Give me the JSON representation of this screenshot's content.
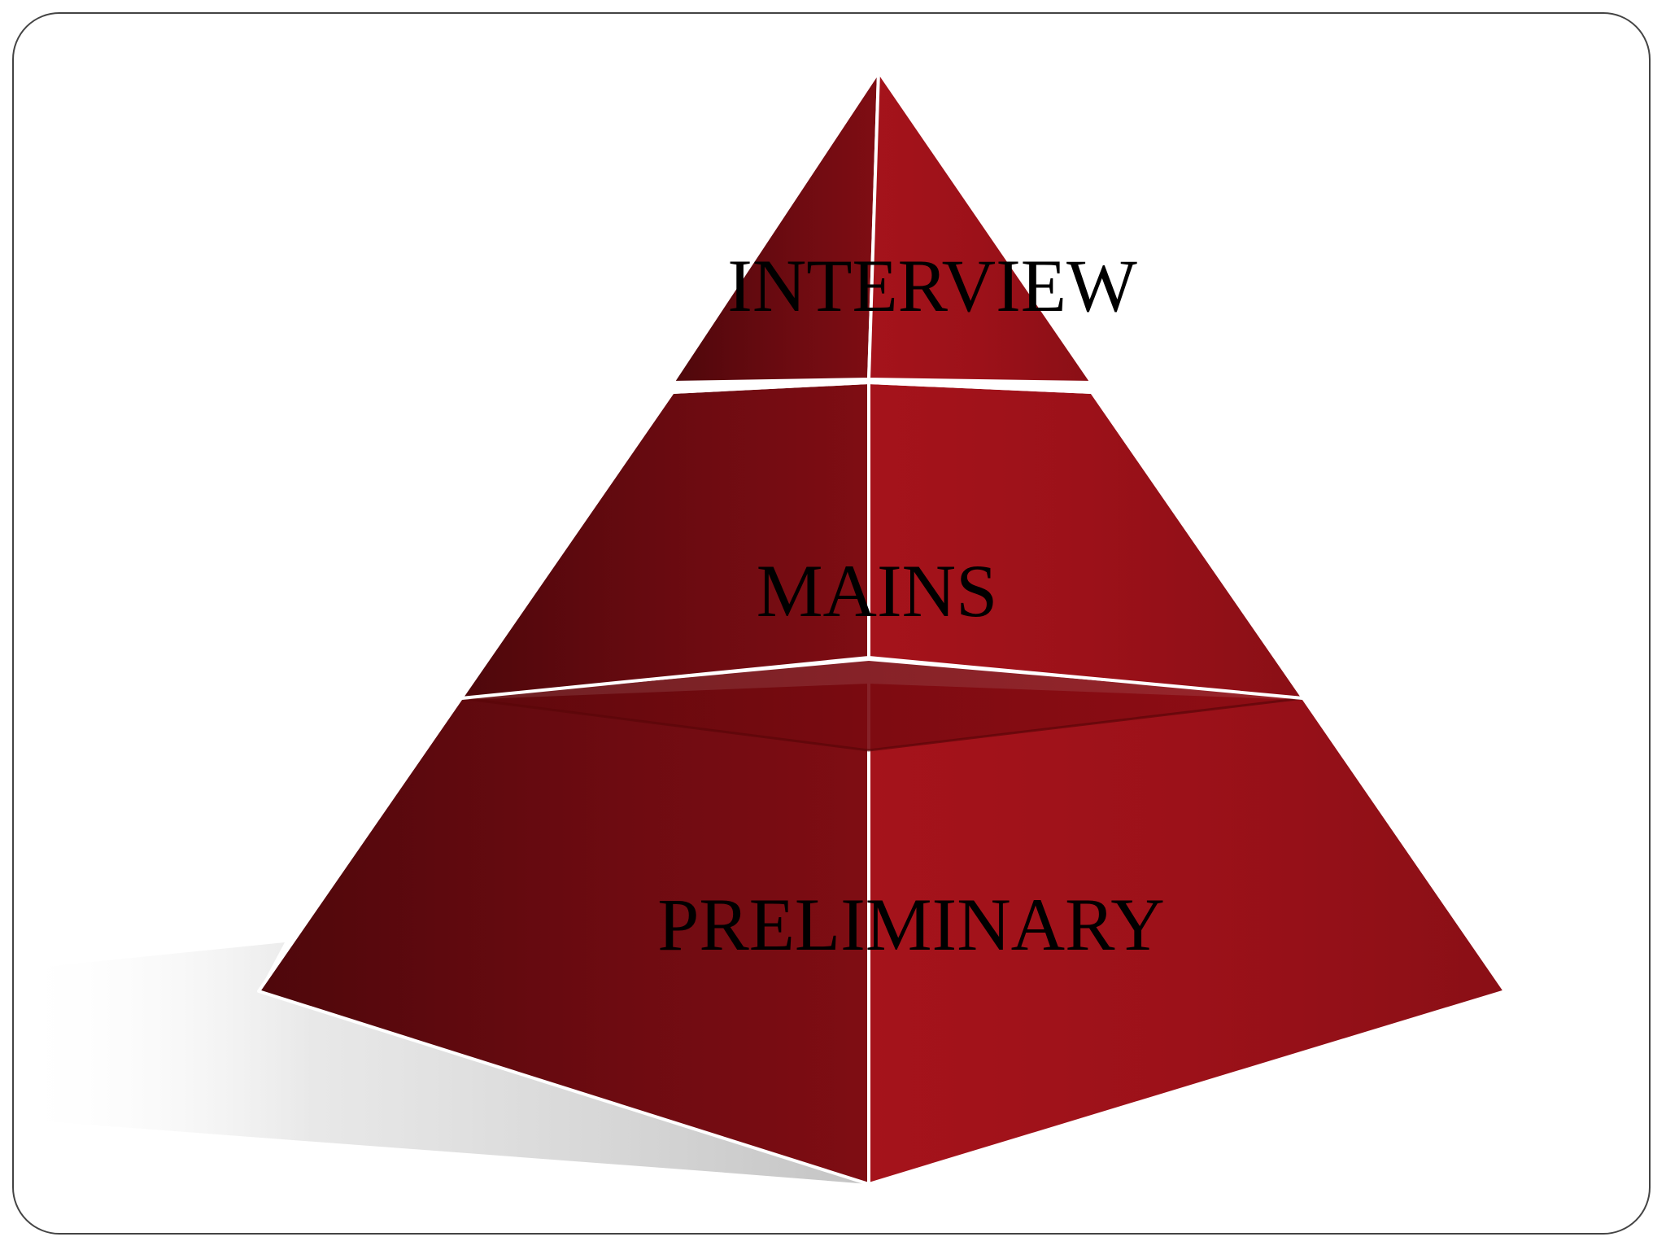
{
  "tiers": [
    {
      "label": "INTERVIEW"
    },
    {
      "label": "MAINS"
    },
    {
      "label": "PRELIMINARY"
    }
  ],
  "colors": {
    "pyramid_light": "#a5131b",
    "pyramid_dark": "#4e070b",
    "label_text": "#000000",
    "frame_border": "#444444"
  }
}
